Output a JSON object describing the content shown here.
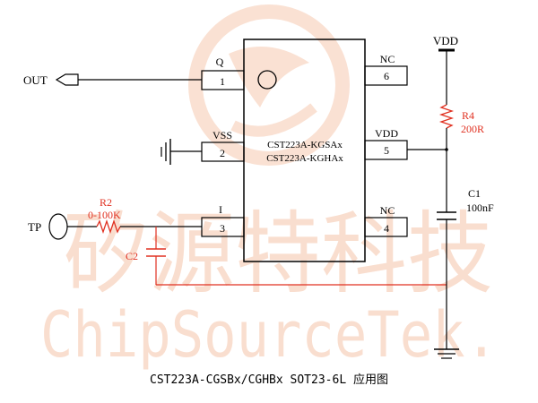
{
  "watermark": {
    "chinese": "矽源特科技",
    "latin": "ChipSourceTek.",
    "color": "#f6c9b0"
  },
  "chip": {
    "part_line1": "CST223A-KGSAx",
    "part_line2": "CST223A-KGHAx",
    "pins": [
      {
        "name": "Q",
        "number": "1"
      },
      {
        "name": "VSS",
        "number": "2"
      },
      {
        "name": "I",
        "number": "3"
      },
      {
        "name": "NC",
        "number": "4"
      },
      {
        "name": "VDD",
        "number": "5"
      },
      {
        "name": "NC",
        "number": "6"
      }
    ]
  },
  "net_labels": {
    "out": "OUT",
    "tp": "TP",
    "vdd": "VDD"
  },
  "components": {
    "r2": {
      "ref": "R2",
      "value": "0-100K"
    },
    "r4": {
      "ref": "R4",
      "value": "200R"
    },
    "c1": {
      "ref": "C1",
      "value": "100nF"
    },
    "c2": {
      "ref": "C2"
    }
  },
  "caption": "CST223A-CGSBx/CGHBx SOT23-6L 应用图",
  "colors": {
    "wire": "#000000",
    "red_wire": "#e03020",
    "label_red": "#e03020"
  }
}
